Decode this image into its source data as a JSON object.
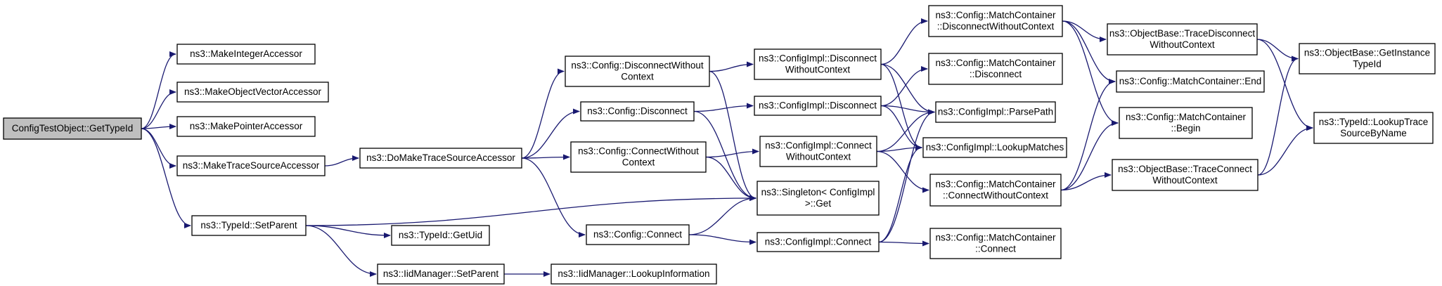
{
  "graph": {
    "edge_color": "#191970",
    "root_fill": "#bfbfbf",
    "node_fill": "#ffffff",
    "nodes": [
      {
        "id": "root",
        "lines": [
          "ConfigTestObject::GetTypeId"
        ]
      },
      {
        "id": "int_acc",
        "lines": [
          "ns3::MakeIntegerAccessor"
        ]
      },
      {
        "id": "objvec_acc",
        "lines": [
          "ns3::MakeObjectVectorAccessor"
        ]
      },
      {
        "id": "ptr_acc",
        "lines": [
          "ns3::MakePointerAccessor"
        ]
      },
      {
        "id": "ts_acc",
        "lines": [
          "ns3::MakeTraceSourceAccessor"
        ]
      },
      {
        "id": "setparent",
        "lines": [
          "ns3::TypeId::SetParent"
        ]
      },
      {
        "id": "domake",
        "lines": [
          "ns3::DoMakeTraceSourceAccessor"
        ]
      },
      {
        "id": "getuid",
        "lines": [
          "ns3::TypeId::GetUid"
        ]
      },
      {
        "id": "iid_setparent",
        "lines": [
          "ns3::IidManager::SetParent"
        ]
      },
      {
        "id": "iid_lookup",
        "lines": [
          "ns3::IidManager::LookupInformation"
        ]
      },
      {
        "id": "cfg_discwc",
        "lines": [
          "ns3::Config::DisconnectWithout",
          "Context"
        ]
      },
      {
        "id": "cfg_disc",
        "lines": [
          "ns3::Config::Disconnect"
        ]
      },
      {
        "id": "cfg_connwc",
        "lines": [
          "ns3::Config::ConnectWithout",
          "Context"
        ]
      },
      {
        "id": "cfg_conn",
        "lines": [
          "ns3::Config::Connect"
        ]
      },
      {
        "id": "impl_discwc",
        "lines": [
          "ns3::ConfigImpl::Disconnect",
          "WithoutContext"
        ]
      },
      {
        "id": "impl_disc",
        "lines": [
          "ns3::ConfigImpl::Disconnect"
        ]
      },
      {
        "id": "impl_connwc",
        "lines": [
          "ns3::ConfigImpl::Connect",
          "WithoutContext"
        ]
      },
      {
        "id": "singleton",
        "lines": [
          "ns3::Singleton< ConfigImpl",
          " >::Get"
        ]
      },
      {
        "id": "impl_conn",
        "lines": [
          "ns3::ConfigImpl::Connect"
        ]
      },
      {
        "id": "mc_discwc",
        "lines": [
          "ns3::Config::MatchContainer",
          "::DisconnectWithoutContext"
        ]
      },
      {
        "id": "mc_disc",
        "lines": [
          "ns3::Config::MatchContainer",
          "::Disconnect"
        ]
      },
      {
        "id": "parsepath",
        "lines": [
          "ns3::ConfigImpl::ParsePath"
        ]
      },
      {
        "id": "lookupmatches",
        "lines": [
          "ns3::ConfigImpl::LookupMatches"
        ]
      },
      {
        "id": "mc_connwc",
        "lines": [
          "ns3::Config::MatchContainer",
          "::ConnectWithoutContext"
        ]
      },
      {
        "id": "mc_conn",
        "lines": [
          "ns3::Config::MatchContainer",
          "::Connect"
        ]
      },
      {
        "id": "ob_tracedisc",
        "lines": [
          "ns3::ObjectBase::TraceDisconnect",
          "WithoutContext"
        ]
      },
      {
        "id": "mc_end",
        "lines": [
          "ns3::Config::MatchContainer::End"
        ]
      },
      {
        "id": "mc_begin",
        "lines": [
          "ns3::Config::MatchContainer",
          "::Begin"
        ]
      },
      {
        "id": "ob_traceconn",
        "lines": [
          "ns3::ObjectBase::TraceConnect",
          "WithoutContext"
        ]
      },
      {
        "id": "ob_getinst",
        "lines": [
          "ns3::ObjectBase::GetInstance",
          "TypeId"
        ]
      },
      {
        "id": "tid_lookup",
        "lines": [
          "ns3::TypeId::LookupTrace",
          "SourceByName"
        ]
      }
    ]
  }
}
